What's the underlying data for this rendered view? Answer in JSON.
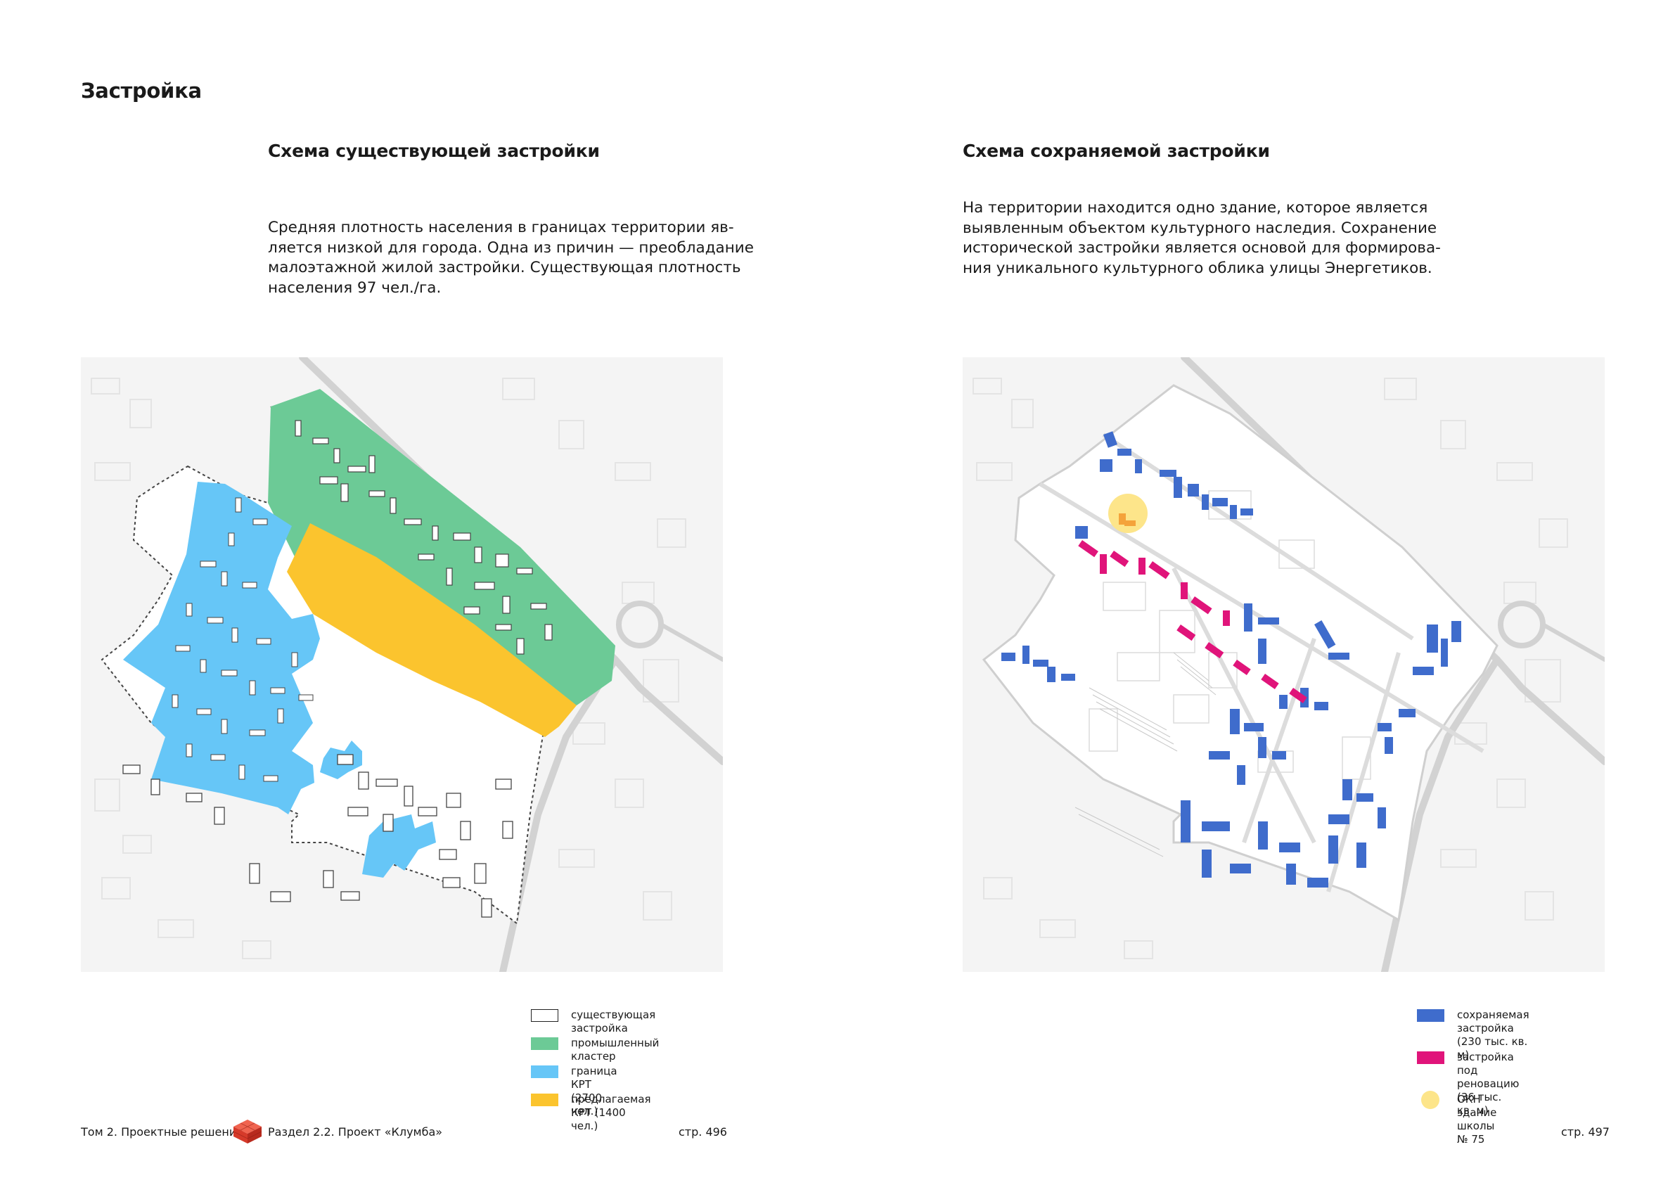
{
  "section_title": "Застройка",
  "left": {
    "heading": "Схема существующей застройки",
    "paragraph": "Средняя плотность населения в границах территории яв-\nляется низкой для города. Одна из причин — преобладание\nмалоэтажной жилой застройки. Существующая плотность\nнаселения 97 чел./га.",
    "legend": [
      {
        "label": "существующая застройка",
        "color": "#ffffff"
      },
      {
        "label": "промышленный кластер",
        "color": "#6cca96"
      },
      {
        "label": "граница КРТ (2700 чел.)",
        "color": "#66c6f7"
      },
      {
        "label": "предлагаемая КРТ (1400 чел.)",
        "color": "#fbc42e"
      }
    ]
  },
  "right": {
    "heading": "Схема сохраняемой застройки",
    "paragraph": "На территории находится одно здание, которое является\nвыявленным объектом культурного наследия. Сохранение\nисторической застройки является основой для формирова-\nния уникального культурного облика улицы Энергетиков.",
    "legend": [
      {
        "label": "сохраняемая застройка\n(230 тыс. кв. м)",
        "color": "#3f6ccc"
      },
      {
        "label": "застройка под реновацию\n(36 тыс. кв. м)",
        "color": "#e0147a"
      },
      {
        "label": "ОКН здание школы № 75",
        "color": "#fde58a"
      }
    ]
  },
  "footer": {
    "volume": "Том 2. Проектные решения",
    "section": "Раздел 2.2. Проект «Клумба»",
    "page_left": "стр. 496",
    "page_right": "стр. 497"
  },
  "colors": {
    "map_background": "#f4f4f4",
    "road": "#d2d2d2",
    "logo": "#e03a2a"
  },
  "icons": [
    "brick-logo-icon"
  ]
}
